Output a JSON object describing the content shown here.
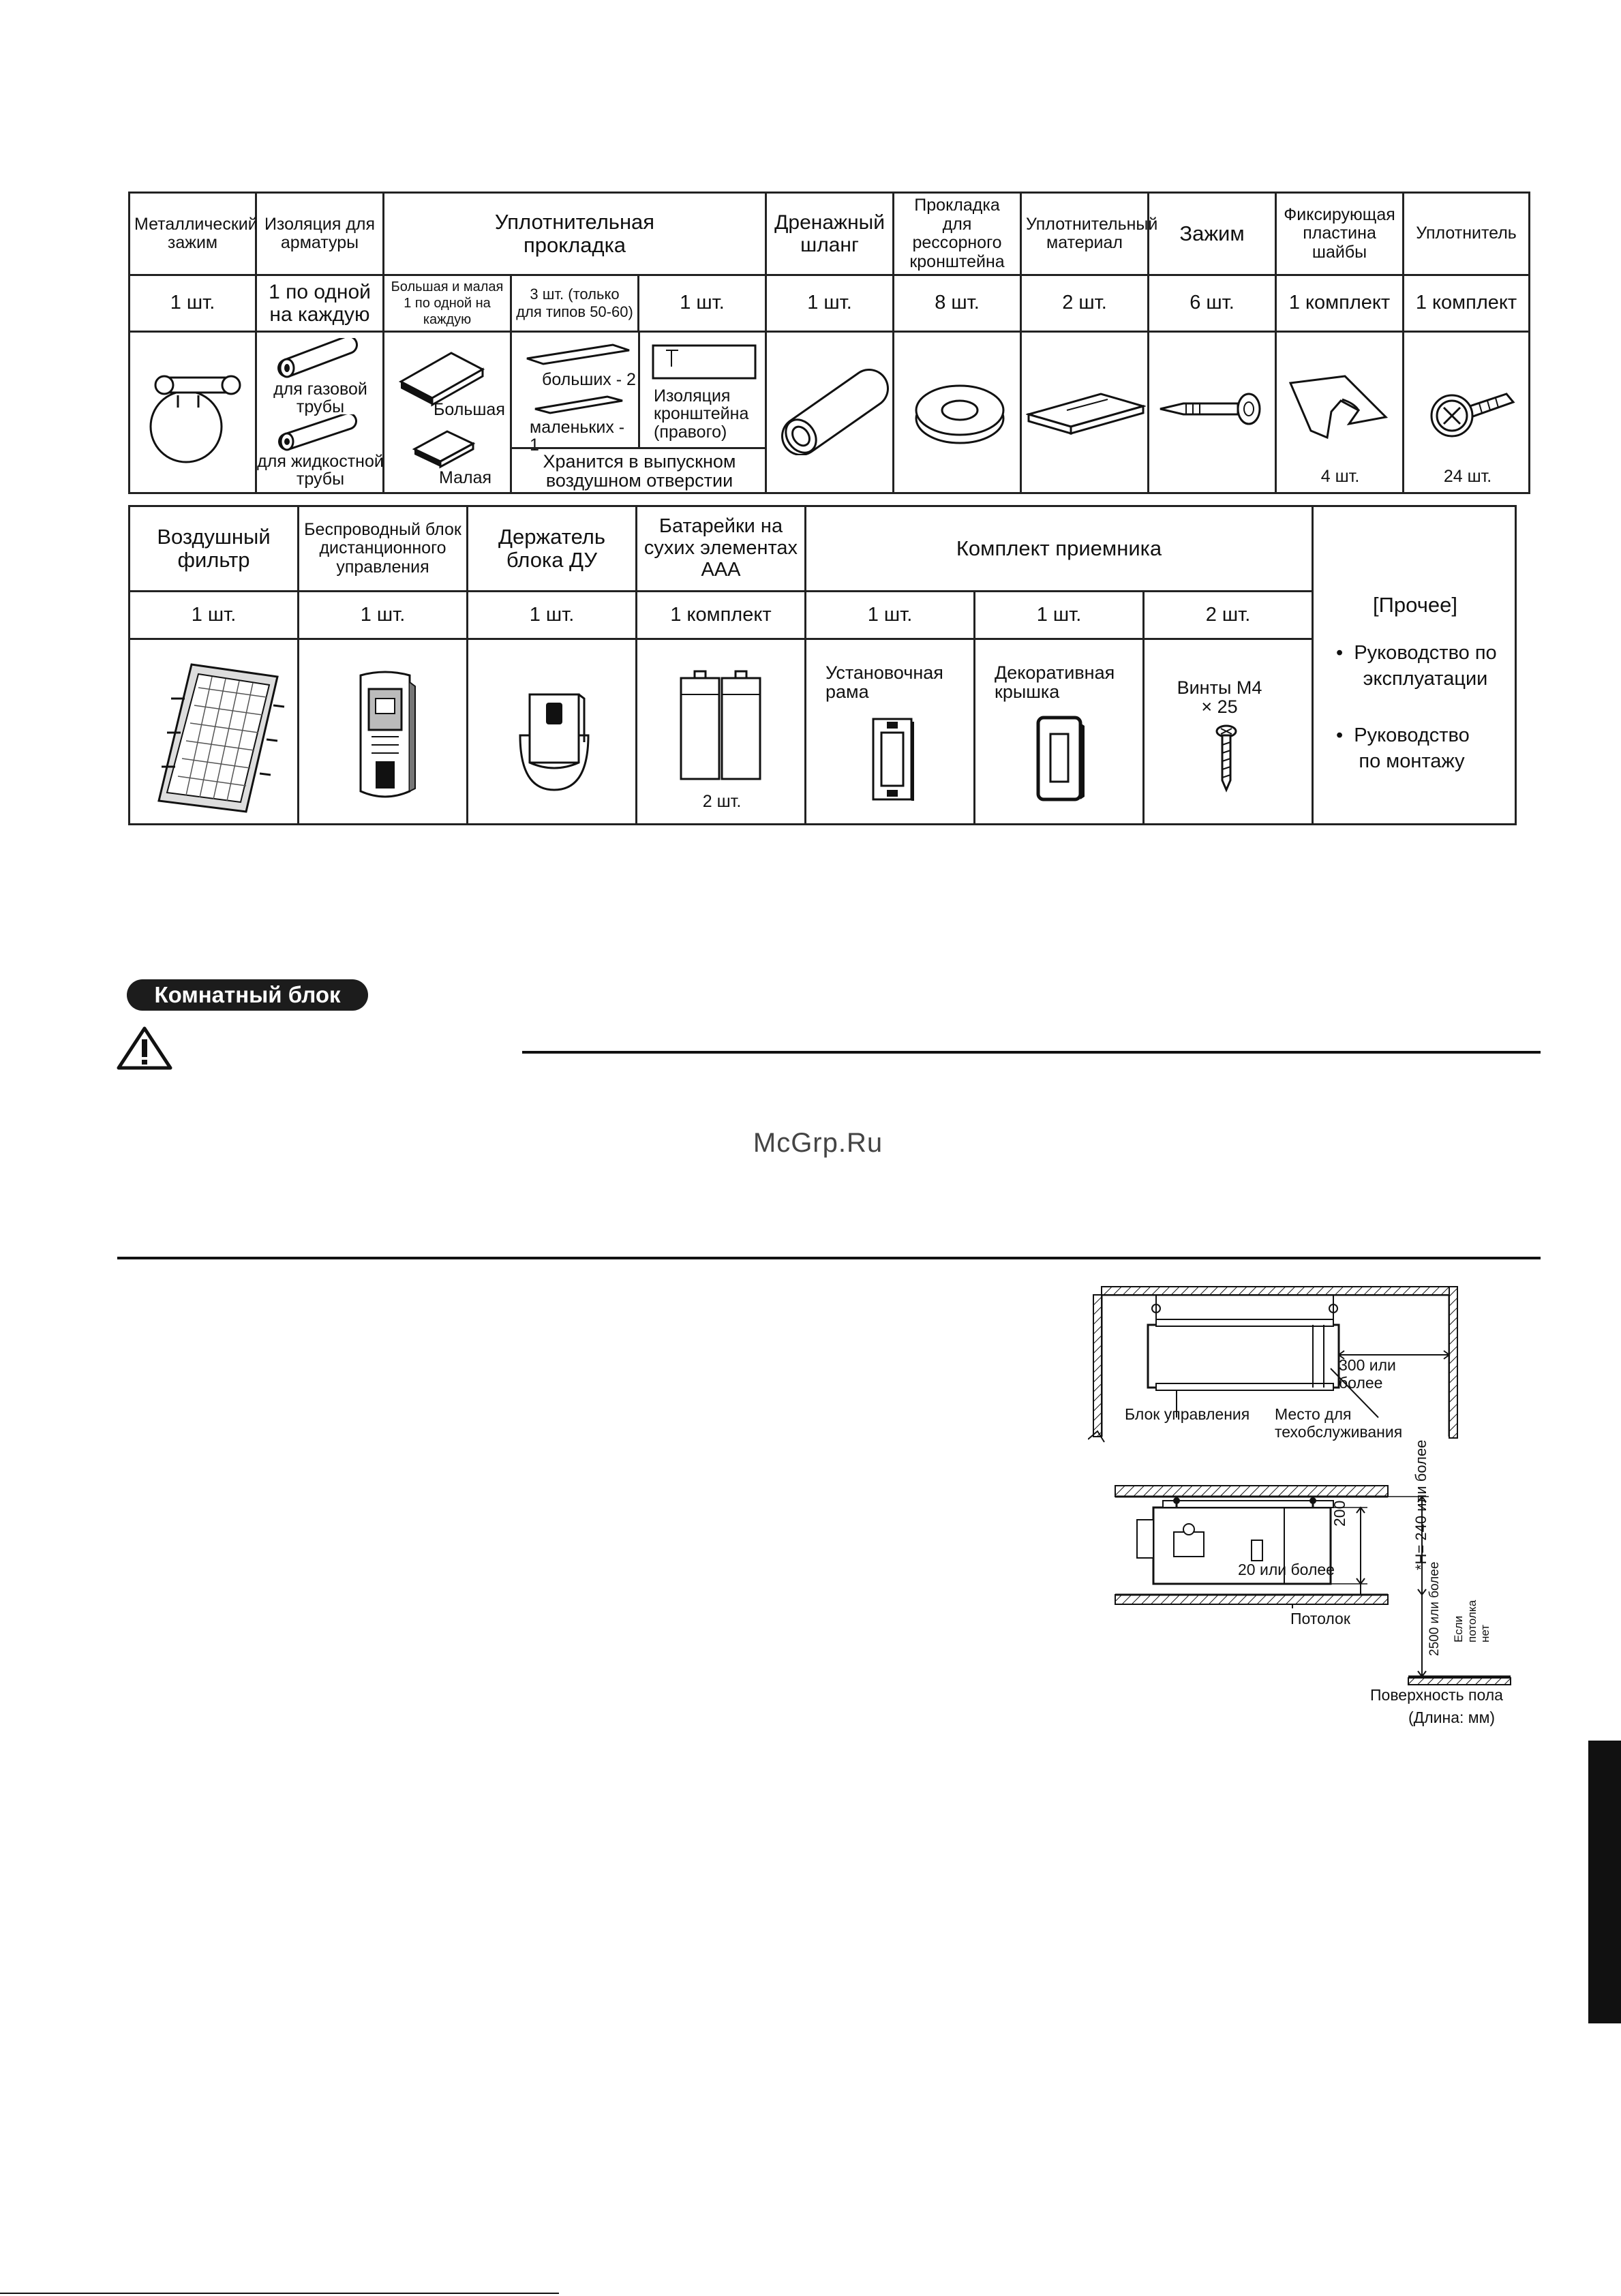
{
  "table1": {
    "headers": {
      "metal_clamp": "Металлический зажим",
      "fitting_insulation": "Изоляция для арматуры",
      "gasket": "Уплотнительная прокладка",
      "drain_hose": "Дренажный шланг",
      "spring_bracket_gasket": "Прокладка для рессорного кронштейна",
      "sealing_material": "Уплотнительный материал",
      "clamp": "Зажим",
      "washer_plate": "Фиксирующая пластина шайбы",
      "sealer": "Уплотнитель"
    },
    "quantities": {
      "metal_clamp": "1 шт.",
      "fitting_insulation": "1 по одной на каждую",
      "gasket_large_small": "Большая и малая 1 по одной на каждую",
      "gasket_three": "3 шт. (только для типов 50-60)",
      "gasket_one": "1 шт.",
      "drain_hose": "1 шт.",
      "spring_bracket_gasket": "8 шт.",
      "sealing_material": "2 шт.",
      "clamp": "6 шт.",
      "washer_plate": "1 комплект",
      "sealer": "1 комплект"
    },
    "captions": {
      "gas_pipe": "для газовой трубы",
      "liquid_pipe": "для жидкостной трубы",
      "large": "Большая",
      "small": "Малая",
      "big_two": "больших - 2",
      "small_one": "маленьких - 1",
      "bracket_insulation": "Изоляция кронштейна (правого)",
      "stored_in_outlet": "Хранится в выпускном воздушном отверстии",
      "washer_count": "4 шт.",
      "sealer_count": "24 шт."
    }
  },
  "table2": {
    "headers": {
      "air_filter": "Воздушный фильтр",
      "wireless_remote": "Беспроводный блок дистанционного управления",
      "remote_holder": "Держатель блока ДУ",
      "batteries": "Батарейки на сухих элементах ААА",
      "receiver_kit": "Комплект приемника"
    },
    "quantities": {
      "air_filter": "1 шт.",
      "wireless_remote": "1 шт.",
      "remote_holder": "1 шт.",
      "batteries": "1 комплект",
      "mount_frame": "1 шт.",
      "deco_cover": "1 шт.",
      "screws": "2 шт."
    },
    "captions": {
      "batteries_count": "2 шт.",
      "mount_frame": "Установочная рама",
      "deco_cover": "Декоративная крышка",
      "screws": "Винты M4 × 25"
    },
    "other": {
      "title": "[Прочее]",
      "items": [
        "Руководство по эксплуатации",
        "Руководство по монтажу"
      ]
    }
  },
  "section": {
    "title": "Комнатный блок"
  },
  "watermark": "McGrp.Ru",
  "figure": {
    "clearance_300": "300 или более",
    "control_box": "Блок управления",
    "service_space": "Место для техобслуживания",
    "dim_200": "200",
    "dim_h": "*H= 240 или более",
    "dim_20": "20 или более",
    "dim_2500": "2500 или более",
    "no_ceiling": "Если потолка нет",
    "ceiling": "Потолок",
    "floor": "Поверхность пола",
    "units": "(Длина: мм)"
  }
}
